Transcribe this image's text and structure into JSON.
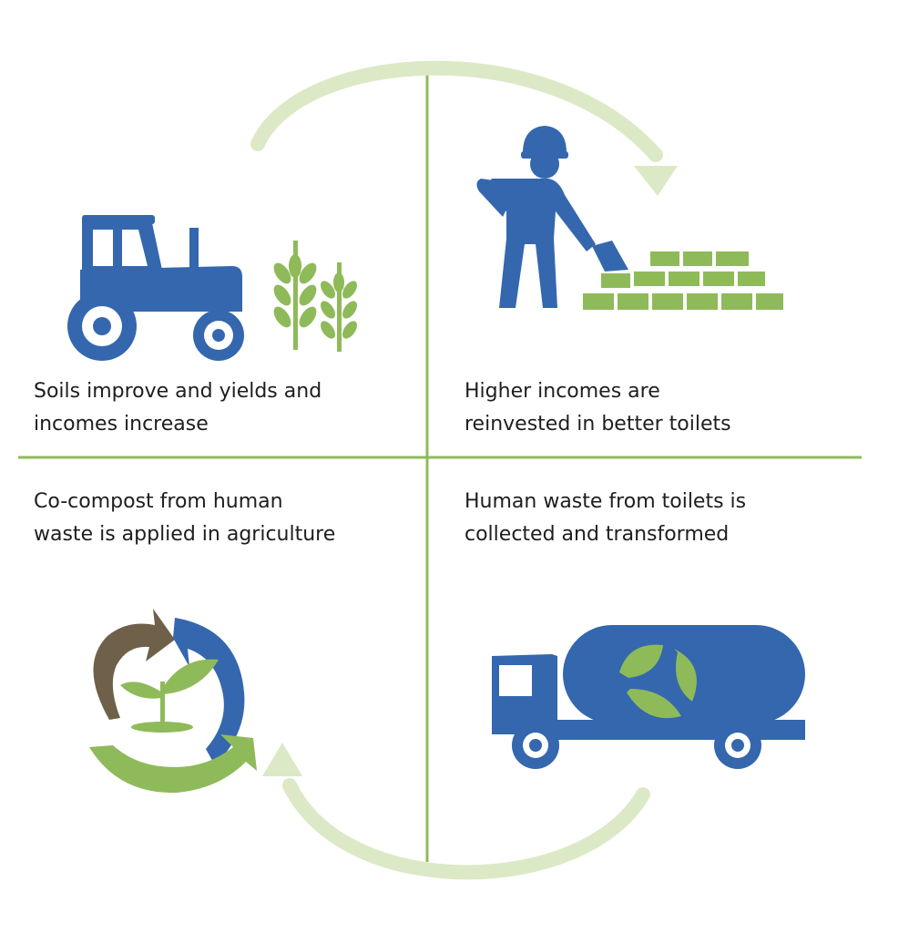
{
  "colors": {
    "blue": "#3467ae",
    "green": "#8fba5a",
    "light_green": "#dce9c6",
    "divider": "#8fba5a",
    "brown": "#6e6049",
    "text": "#1e1e1e"
  },
  "quadrants": [
    {
      "id": "top-left",
      "icons": [
        "tractor-icon",
        "wheat-icon"
      ],
      "caption_lines": [
        "Soils improve and yields and",
        "incomes increase"
      ]
    },
    {
      "id": "top-right",
      "icons": [
        "construction-worker-icon",
        "brick-wall-icon"
      ],
      "caption_lines": [
        "Higher incomes are",
        "reinvested in better toilets"
      ]
    },
    {
      "id": "bottom-left",
      "icons": [
        "recycle-sprout-icon"
      ],
      "caption_lines": [
        "Co-compost from human",
        "waste is applied in agriculture"
      ]
    },
    {
      "id": "bottom-right",
      "icons": [
        "tanker-truck-icon"
      ],
      "caption_lines": [
        "Human waste from toilets is",
        "collected and transformed"
      ]
    }
  ]
}
